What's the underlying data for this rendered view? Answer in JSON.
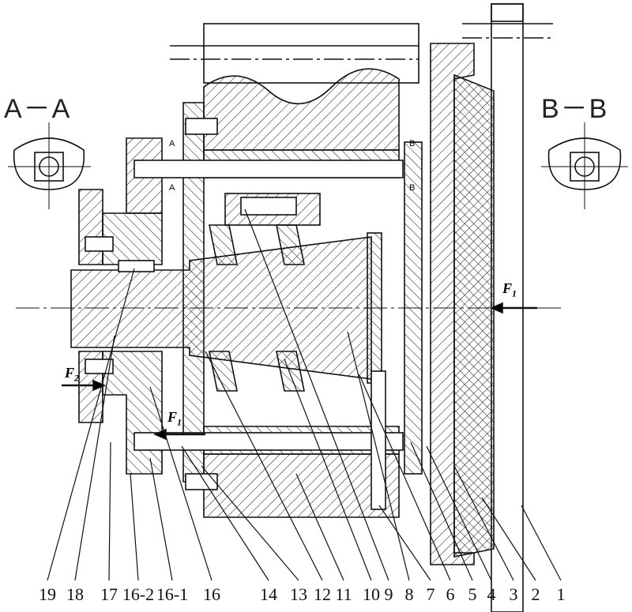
{
  "title": "Brake mechanism assembly cross-section",
  "sections": {
    "left": "A－A",
    "right": "B－B"
  },
  "section_marks": {
    "a_top": "A",
    "a_bottom": "A",
    "b_top": "B",
    "b_bottom": "B"
  },
  "forces": {
    "f1_right": "F",
    "f1_right_sub": "1",
    "f2": "F",
    "f2_sub": "2",
    "f1_left": "F",
    "f1_left_sub": "1"
  },
  "part_labels": [
    "19",
    "18",
    "17",
    "16-2",
    "16-1",
    "16",
    "14",
    "13",
    "12",
    "11",
    "10",
    "9",
    "8",
    "7",
    "6",
    "5",
    "4",
    "3",
    "2",
    "1"
  ]
}
